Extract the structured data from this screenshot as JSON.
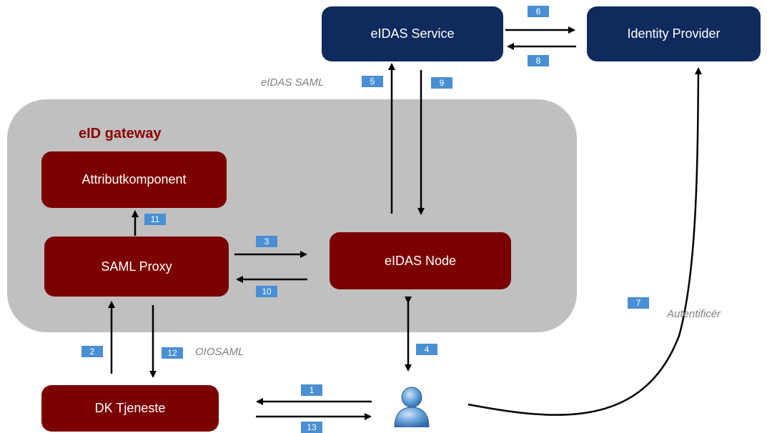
{
  "gateway": {
    "label": "eID gateway"
  },
  "boxes": {
    "eidas_service": "eIDAS Service",
    "identity_provider": "Identity Provider",
    "attributkomponent": "Attributkomponent",
    "saml_proxy": "SAML Proxy",
    "eidas_node": "eIDAS Node",
    "dk_tjeneste": "DK Tjeneste"
  },
  "badges": [
    "1",
    "2",
    "3",
    "4",
    "5",
    "6",
    "7",
    "8",
    "9",
    "10",
    "11",
    "12",
    "13"
  ],
  "labels": {
    "eidas_saml": "eIDAS SAML",
    "oiosaml": "OIOSAML",
    "autentificer": "Autentificér"
  },
  "icons": {
    "user": "user-icon"
  },
  "colors": {
    "navy": "#0f2a5c",
    "dark_red": "#7b0000",
    "gateway_grey": "#c0c0c0",
    "badge_blue": "#4a8fd4",
    "user_blue": "#5b9bd5"
  }
}
